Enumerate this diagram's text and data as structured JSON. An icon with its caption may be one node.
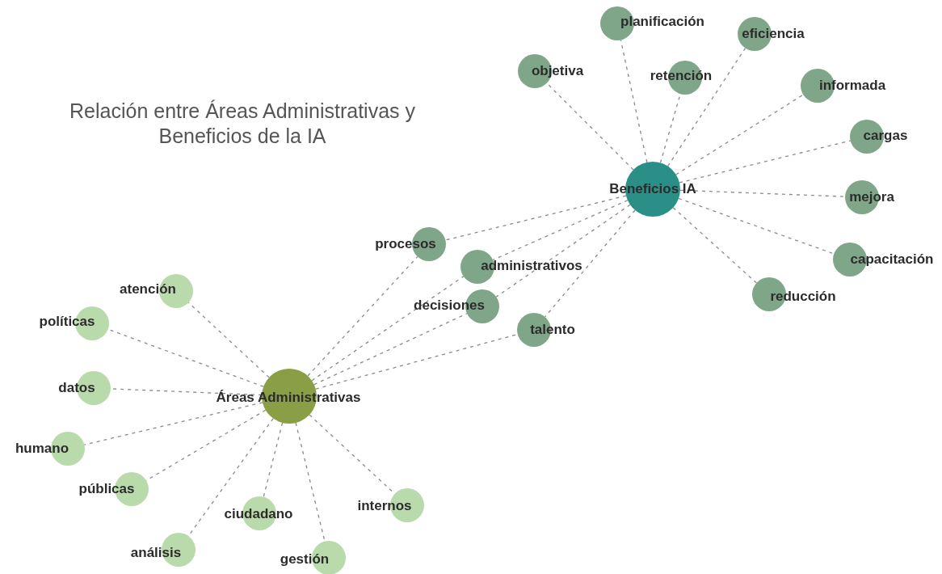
{
  "diagram": {
    "title": "Relación entre Áreas Administrativas y Beneficios de la IA",
    "nodes": [
      {
        "text": [
          "Beneficios IA"
        ]
      },
      {
        "text": [
          "Áreas Administrativas"
        ]
      },
      {
        "text": [
          "planificación"
        ]
      },
      {
        "text": [
          "eficiencia"
        ]
      },
      {
        "text": [
          "objetiva"
        ]
      },
      {
        "text": [
          "retención"
        ]
      },
      {
        "text": [
          "informada"
        ]
      },
      {
        "text": [
          "cargas"
        ]
      },
      {
        "text": [
          "mejora"
        ]
      },
      {
        "text": [
          "capacitación"
        ]
      },
      {
        "text": [
          "reducción"
        ]
      },
      {
        "text": [
          "procesos"
        ]
      },
      {
        "text": [
          "administrativos"
        ]
      },
      {
        "text": [
          "decisiones"
        ]
      },
      {
        "text": [
          "talento"
        ]
      },
      {
        "text": [
          "atención"
        ]
      },
      {
        "text": [
          "políticas"
        ]
      },
      {
        "text": [
          "datos"
        ]
      },
      {
        "text": [
          "humano"
        ]
      },
      {
        "text": [
          "públicas"
        ]
      },
      {
        "text": [
          "ciudadano"
        ]
      },
      {
        "text": [
          "internos"
        ]
      },
      {
        "text": [
          "análisis"
        ]
      },
      {
        "text": [
          "gestión"
        ]
      }
    ],
    "edges": [
      {
        "from": 0,
        "to": 2,
        "arrow": "none",
        "style": "dashed"
      },
      {
        "from": 0,
        "to": 3,
        "arrow": "none",
        "style": "dashed"
      },
      {
        "from": 0,
        "to": 4,
        "arrow": "none",
        "style": "dashed"
      },
      {
        "from": 0,
        "to": 5,
        "arrow": "none",
        "style": "dashed"
      },
      {
        "from": 0,
        "to": 6,
        "arrow": "none",
        "style": "dashed"
      },
      {
        "from": 0,
        "to": 7,
        "arrow": "none",
        "style": "dashed"
      },
      {
        "from": 0,
        "to": 8,
        "arrow": "none",
        "style": "dashed"
      },
      {
        "from": 0,
        "to": 9,
        "arrow": "none",
        "style": "dashed"
      },
      {
        "from": 0,
        "to": 10,
        "arrow": "none",
        "style": "dashed"
      },
      {
        "from": 0,
        "to": 11,
        "arrow": "none",
        "style": "dashed"
      },
      {
        "from": 0,
        "to": 12,
        "arrow": "none",
        "style": "dashed"
      },
      {
        "from": 0,
        "to": 13,
        "arrow": "none",
        "style": "dashed"
      },
      {
        "from": 0,
        "to": 14,
        "arrow": "none",
        "style": "dashed"
      },
      {
        "from": 1,
        "to": 11,
        "arrow": "none",
        "style": "dashed"
      },
      {
        "from": 1,
        "to": 12,
        "arrow": "none",
        "style": "dashed"
      },
      {
        "from": 1,
        "to": 13,
        "arrow": "none",
        "style": "dashed"
      },
      {
        "from": 1,
        "to": 14,
        "arrow": "none",
        "style": "dashed"
      },
      {
        "from": 1,
        "to": 15,
        "arrow": "none",
        "style": "dashed"
      },
      {
        "from": 1,
        "to": 16,
        "arrow": "none",
        "style": "dashed"
      },
      {
        "from": 1,
        "to": 17,
        "arrow": "none",
        "style": "dashed"
      },
      {
        "from": 1,
        "to": 18,
        "arrow": "none",
        "style": "dashed"
      },
      {
        "from": 1,
        "to": 19,
        "arrow": "none",
        "style": "dashed"
      },
      {
        "from": 1,
        "to": 20,
        "arrow": "none",
        "style": "dashed"
      },
      {
        "from": 1,
        "to": 21,
        "arrow": "none",
        "style": "dashed"
      },
      {
        "from": 1,
        "to": 22,
        "arrow": "none",
        "style": "dashed"
      },
      {
        "from": 1,
        "to": 23,
        "arrow": "none",
        "style": "dashed"
      }
    ]
  }
}
